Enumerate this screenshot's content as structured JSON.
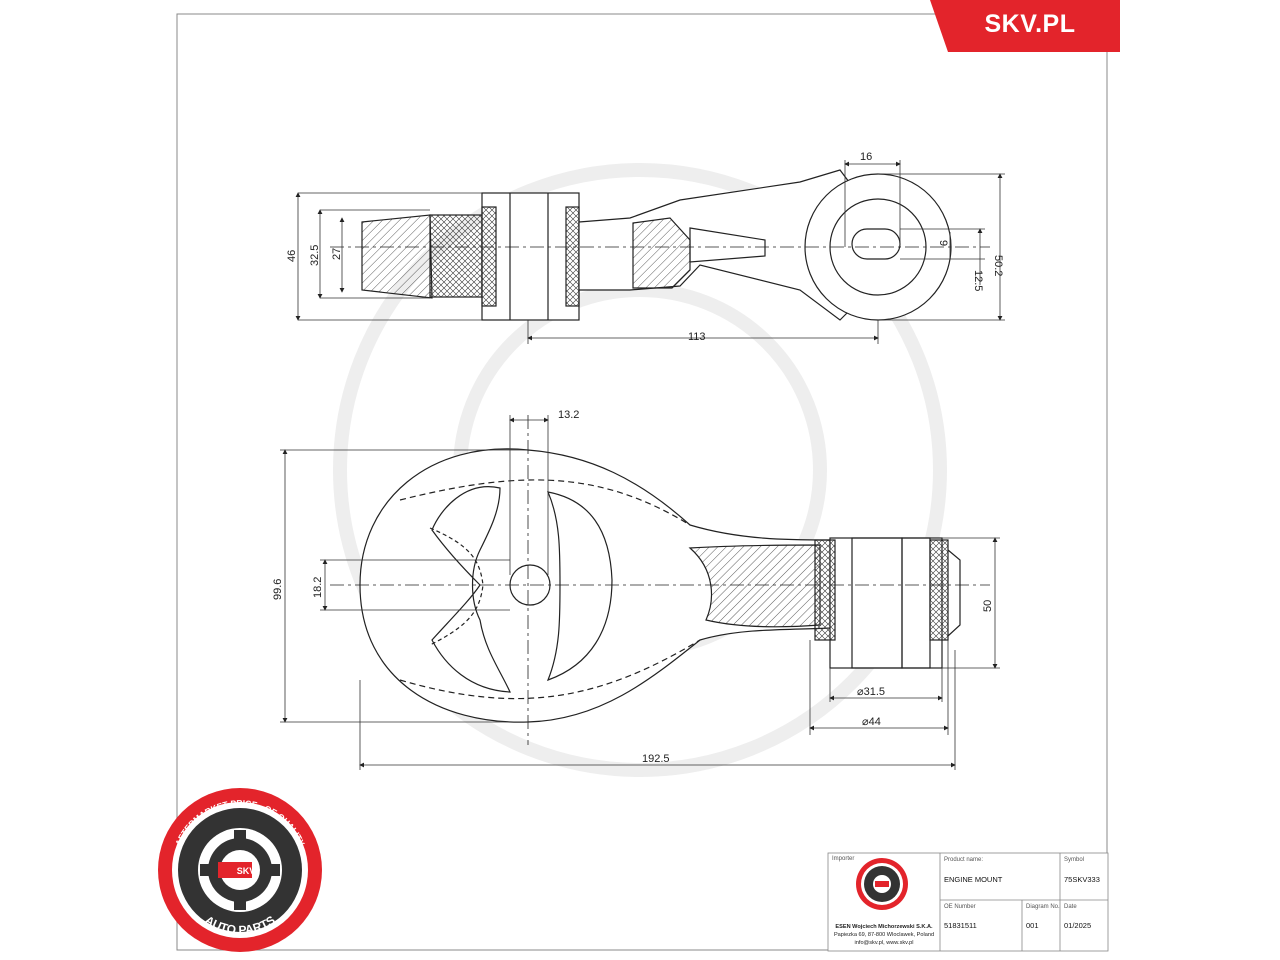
{
  "brand": {
    "logo_text": "SKV.PL",
    "color": "#e3242b"
  },
  "badge": {
    "ring_text_top": "AFTERMARKET PRICE · OE QUALITY",
    "ring_text_bottom": "AUTO PARTS",
    "center_text": "SKV",
    "color": "#e3242b"
  },
  "dimensions_top": {
    "d16": "16",
    "d9": "9",
    "d50_2": "50.2",
    "d12_5": "12.5",
    "d46": "46",
    "d32_5": "32.5",
    "d27": "27",
    "d113": "113"
  },
  "dimensions_bottom": {
    "d13_2": "13.2",
    "d99_6": "99.6",
    "d18_2": "18.2",
    "d50": "50",
    "d31_5": "⌀31.5",
    "d44": "⌀44",
    "d192_5": "192.5"
  },
  "title_block": {
    "importer_label": "Importer",
    "importer_line1": "ESEN Wojciech Michorzewski S.K.A.",
    "importer_line2": "Papiezka 69, 87-800 Wloclawek, Poland",
    "importer_line3": "info@skv.pl, www.skv.pl",
    "product_label": "Product name:",
    "product_value": "ENGINE MOUNT",
    "symbol_label": "Symbol",
    "symbol_value": "75SKV333",
    "oe_label": "OE Number",
    "oe_value": "51831511",
    "diagram_label": "Diagram No.",
    "diagram_value": "001",
    "date_label": "Date",
    "date_value": "01/2025"
  }
}
